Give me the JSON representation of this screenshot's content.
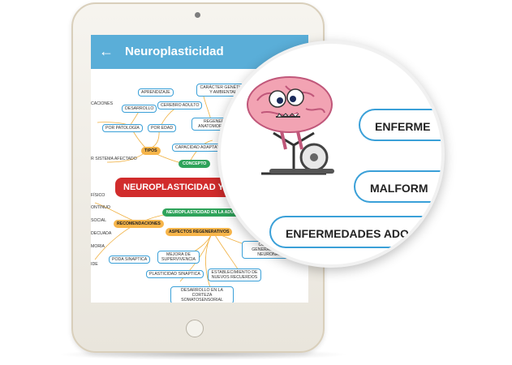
{
  "app": {
    "title": "Neuroplasticidad"
  },
  "mindmap": {
    "main": "NEUROPLASTICIDAD Y A",
    "nodes": {
      "aprendizaje": "APRENDIZAJE",
      "desarrollo": "DESARROLLO",
      "cerebro_adulto": "CEREBRO ADULTO",
      "caciones": "CACIONES",
      "por_patologia": "POR PATOLOGÍA",
      "por_edad": "POR EDAD",
      "tipos": "TIPOS",
      "capacidad": "CAPACIDAD ADAPTATIVA DE LA",
      "concepto": "CONCEPTO",
      "caracter": "CARÁCTER GENÉTICO Y AMBIENTAL",
      "regeneracion": "REGENERACIÓN ANATOMOFUNCIONAL",
      "sistema": "R SISTEMA AFECTADO",
      "fisico": "FÍSICO",
      "continuo": "ONTINUO",
      "social": "SOCIAL",
      "adecuada": "DECUADA",
      "memoria": "MORIA",
      "ide": "IDE",
      "recomendaciones": "RECOMENDACIONES",
      "adultez": "NEUROPLASTICIDAD EN LA ADULTEZ",
      "aspectos": "ASPECTOS REGENERATIVOS",
      "continua": "CONTINUA GENERACIÓN DE NEURONAS",
      "poda": "PODA SINAPTICA",
      "mejora": "MEJORA DE SUPERVIVENCIA",
      "plasticidad": "PLASTICIDAD SINAPTICA",
      "establecimiento": "ESTABLECIMIENTO DE NUEVOS RECUERDOS",
      "desarrollo_corteza": "DESARROLLO EN LA CORTEZA SOMATOSENSORIAL"
    }
  },
  "zoom": {
    "items": [
      "ENFERME",
      "MALFORM",
      "ENFERMEDADES ADO"
    ]
  },
  "colors": {
    "appbar": "#5aaed8",
    "main_node": "#d12c2c",
    "accent_orange": "#f7b54a",
    "accent_green": "#2ea35a",
    "box_border": "#3aa0d8"
  },
  "icons": {
    "back": "arrow-left-icon",
    "brain": "brain-on-bike-icon"
  }
}
